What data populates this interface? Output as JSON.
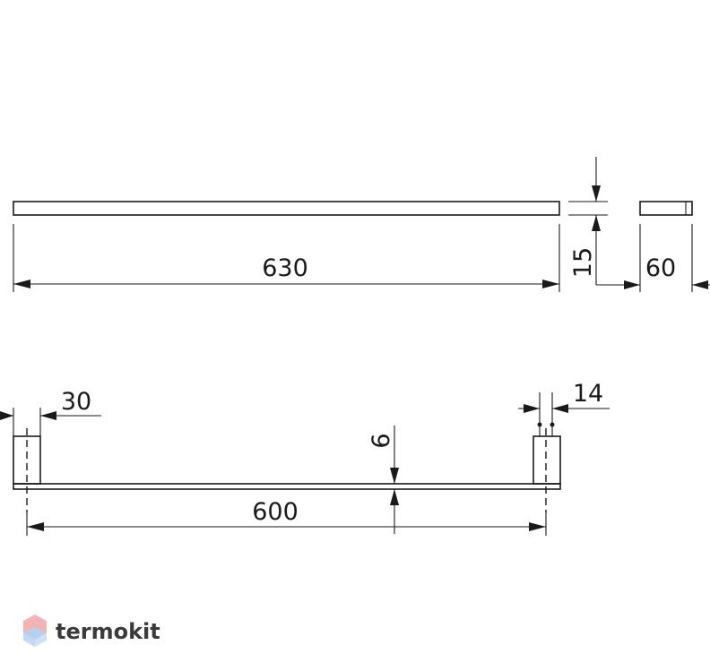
{
  "drawing": {
    "top_view": {
      "length": "630",
      "profile_height": "15",
      "profile_depth": "60"
    },
    "front_view": {
      "bracket_width": "30",
      "bracket_thickness": "14",
      "bar_thickness": "6",
      "center_distance": "600"
    }
  },
  "watermark": {
    "brand": "termokit",
    "logo_colors": [
      "#f2a6a6",
      "#a9c8ee"
    ]
  }
}
